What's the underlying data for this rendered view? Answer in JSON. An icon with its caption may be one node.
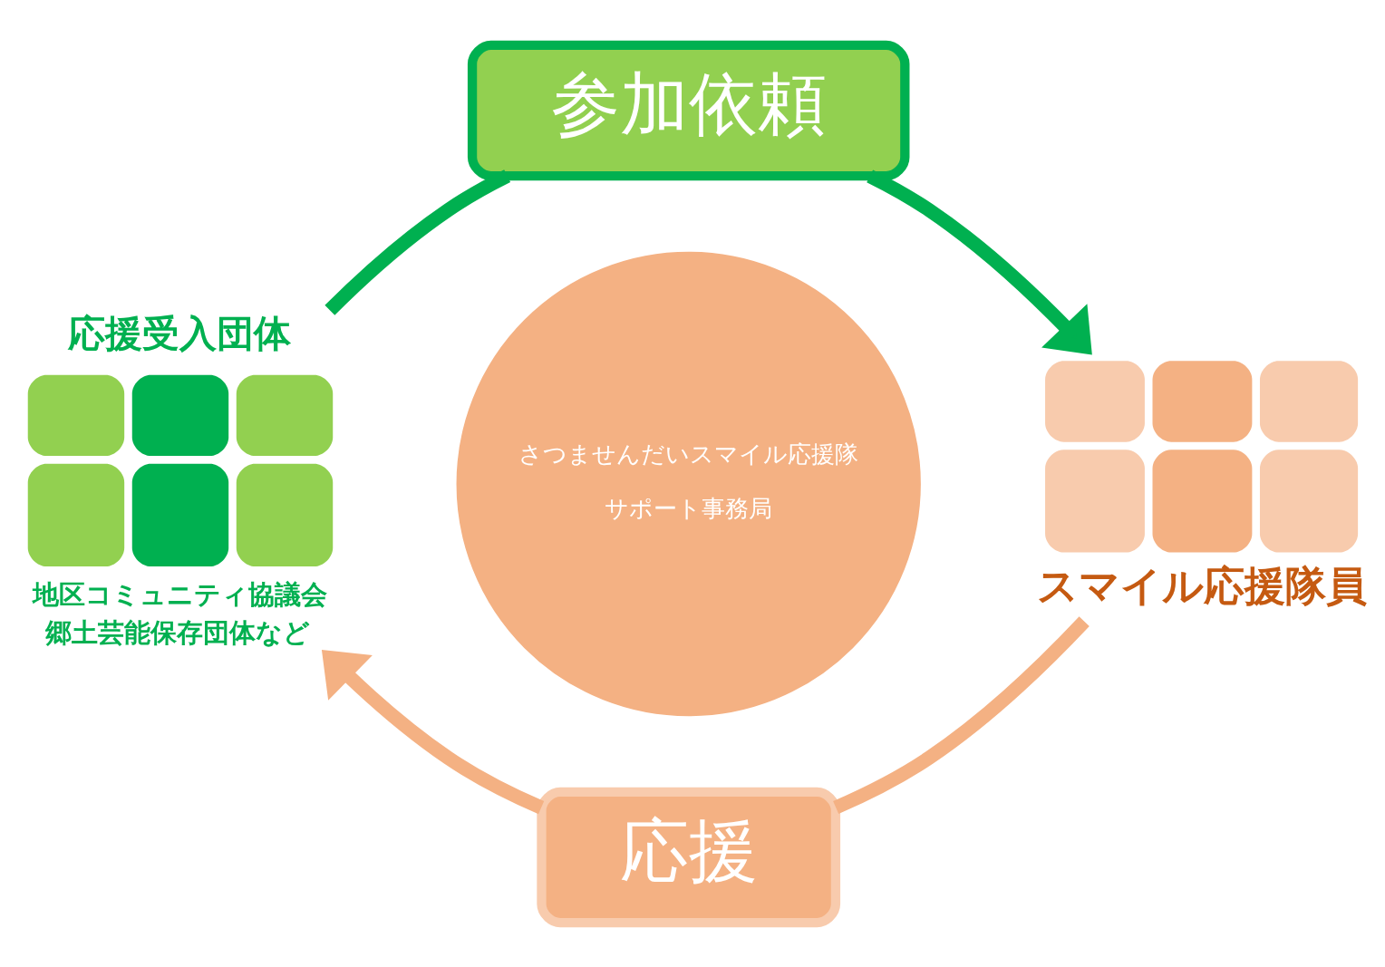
{
  "diagram": {
    "nodes": [
      {
        "text": [
          "参加依頼"
        ]
      },
      {
        "text": [
          "応援受入団体",
          "地区コミュニティ協議会",
          "郷土芸能保存団体など"
        ]
      },
      {
        "text": [
          "さつませんだいスマイル応援隊",
          "サポート事務局"
        ]
      },
      {
        "text": [
          "スマイル応援隊員"
        ]
      },
      {
        "text": [
          "応援"
        ]
      }
    ],
    "edges": [
      {
        "from": 1,
        "to": 0,
        "arrow": "none",
        "color": "#00b050"
      },
      {
        "from": 0,
        "to": 3,
        "arrow": "to",
        "color": "#00b050"
      },
      {
        "from": 3,
        "to": 4,
        "arrow": "none",
        "color": "#f4b183"
      },
      {
        "from": 4,
        "to": 1,
        "arrow": "to",
        "color": "#f4b183"
      }
    ]
  }
}
